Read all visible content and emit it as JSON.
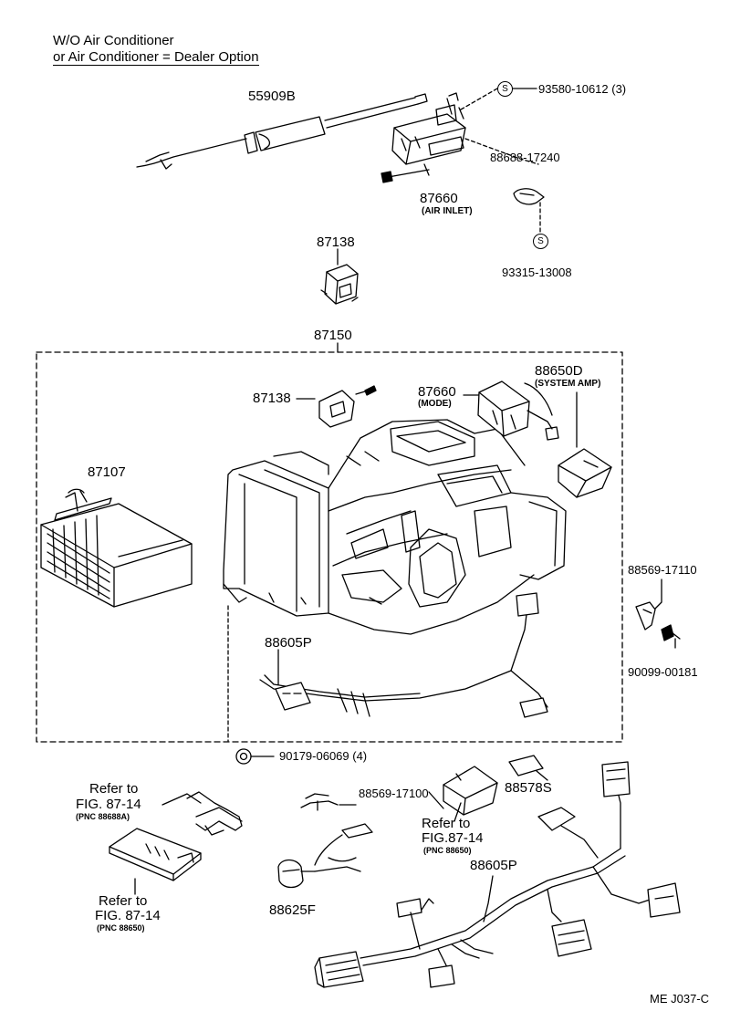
{
  "header": {
    "line1": "W/O Air Conditioner",
    "line2": "or Air Conditioner = Dealer Option"
  },
  "footer": {
    "code": "ME  J037-C"
  },
  "symbols": {
    "s_mark": "S"
  },
  "parts": {
    "p55909B": "55909B",
    "p93580": "93580-10612 (3)",
    "p88688": "88688-17240",
    "p87660_top": "87660",
    "p87660_top_note": "(AIR INLET)",
    "p93315": "93315-13008",
    "p87138_top": "87138",
    "p87150": "87150",
    "p87138_in": "87138",
    "p87660_mode": "87660",
    "p87660_mode_note": "(MODE)",
    "p88650D": "88650D",
    "p88650D_note": "(SYSTEM AMP)",
    "p87107": "87107",
    "p88569_17110": "88569-17110",
    "p90099": "90099-00181",
    "p88605P_in": "88605P",
    "p90179": "90179-06069 (4)",
    "p88569_17100": "88569-17100",
    "p88578S": "88578S",
    "p88625F": "88625F",
    "p88605P_out": "88605P"
  },
  "refs": {
    "ref1_line1": "Refer to",
    "ref1_line2": "FIG. 87-14",
    "ref1_note": "(PNC 88688A)",
    "ref2_line1": "Refer to",
    "ref2_line2": "FIG. 87-14",
    "ref2_note": "(PNC 88650)",
    "ref3_line1": "Refer to",
    "ref3_line2": "FIG.87-14",
    "ref3_note": "(PNC 88650)"
  }
}
